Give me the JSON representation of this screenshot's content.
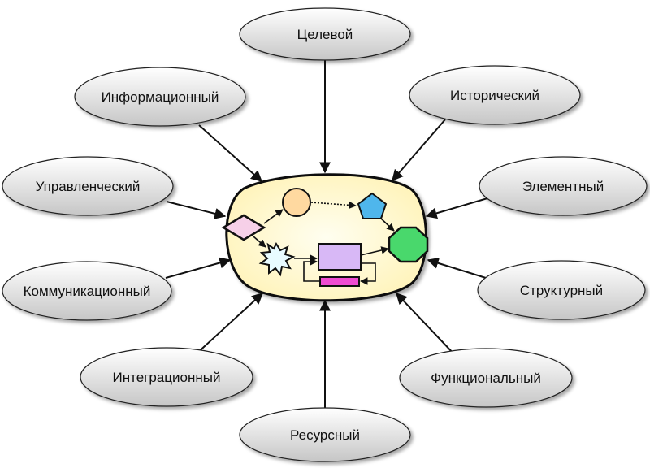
{
  "nodes": {
    "target": "Целевой",
    "historical": "Исторический",
    "informational": "Информационный",
    "elemental": "Элементный",
    "managerial": "Управленческий",
    "structural": "Структурный",
    "communicational": "Коммуникационный",
    "integrational": "Интеграционный",
    "functional": "Функциональный",
    "resource": "Ресурсный"
  },
  "colors": {
    "node_fill_light": "#ffffff",
    "node_fill_dark": "#c8c8c8",
    "center_fill": "#fffbd8",
    "circle": "#ffd9a0",
    "pentagon": "#4fb6ec",
    "octagon": "#49d86c",
    "diamond": "#f6d0e8",
    "rectangle": "#d8b8f6",
    "bar": "#ef4bd2"
  }
}
